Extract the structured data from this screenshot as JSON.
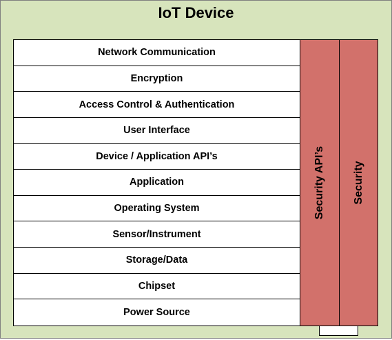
{
  "diagram": {
    "title": "IoT Device",
    "layers": [
      "Network Communication",
      "Encryption",
      "Access Control & Authentication",
      "User Interface",
      "Device / Application API’s",
      "Application",
      "Operating System",
      "Sensor/Instrument",
      "Storage/Data",
      "Chipset",
      "Power Source"
    ],
    "side_columns": [
      "Security API’s",
      "Security"
    ],
    "colors": {
      "background": "#d7e4bc",
      "layer_fill": "#ffffff",
      "column_fill": "#d2716b",
      "border": "#000000"
    }
  }
}
